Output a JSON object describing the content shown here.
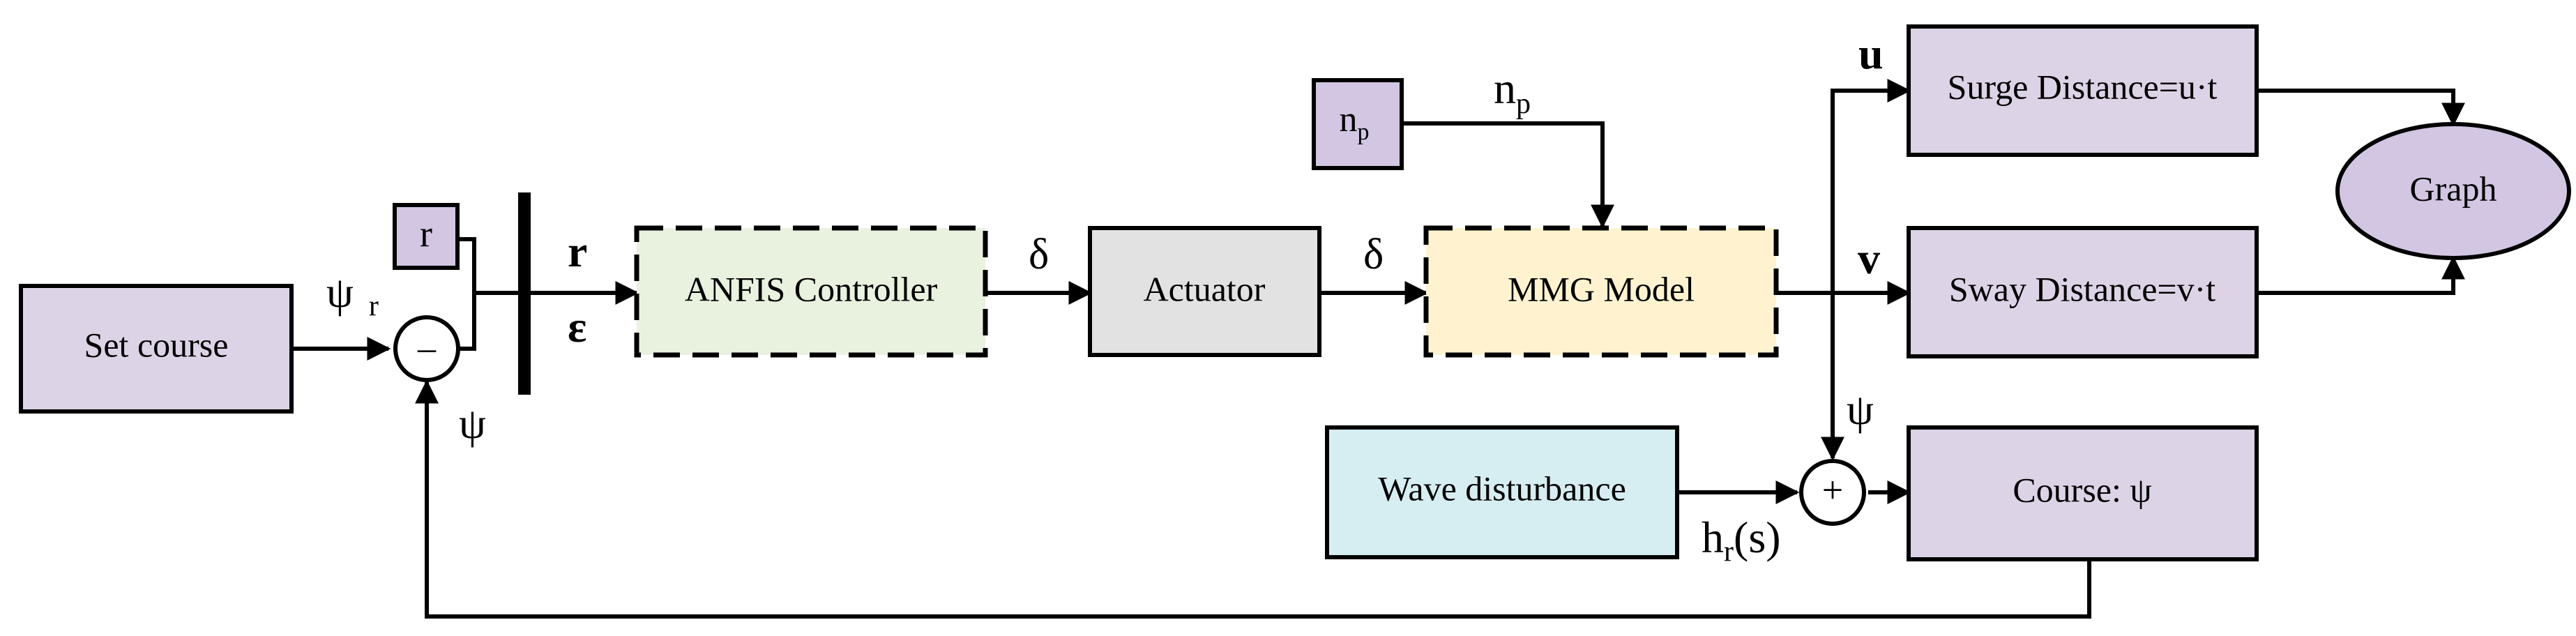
{
  "colors": {
    "lavender": "#DDD3E6",
    "violet": "#D2C6E2",
    "green": "#E9F1DF",
    "gray": "#E2E2E2",
    "yellow": "#FFF3CF",
    "cyan": "#D6EEF2",
    "stroke": "#000000"
  },
  "blocks": {
    "set_course": "Set course",
    "r_input": "r",
    "np_input": "n",
    "np_input_sub": "p",
    "anfis": "ANFIS Controller",
    "actuator": "Actuator",
    "mmg": "MMG Model",
    "wave": "Wave disturbance",
    "surge": "Surge Distance=u·t",
    "sway": "Sway Distance=v·t",
    "course": "Course:  ψ",
    "graph": "Graph"
  },
  "junctions": {
    "minus": "–",
    "plus": "+"
  },
  "signals": {
    "psi_r": "ψ",
    "psi_r_sub": "r",
    "psi_feedback": "ψ",
    "r": "r",
    "epsilon": "ε",
    "delta1": "δ",
    "delta2": "δ",
    "np": "n",
    "np_sub": "p",
    "u": "u",
    "v": "v",
    "psi_out": "ψ",
    "hr": "h",
    "hr_sub": "r",
    "hr_arg": "(s)"
  }
}
